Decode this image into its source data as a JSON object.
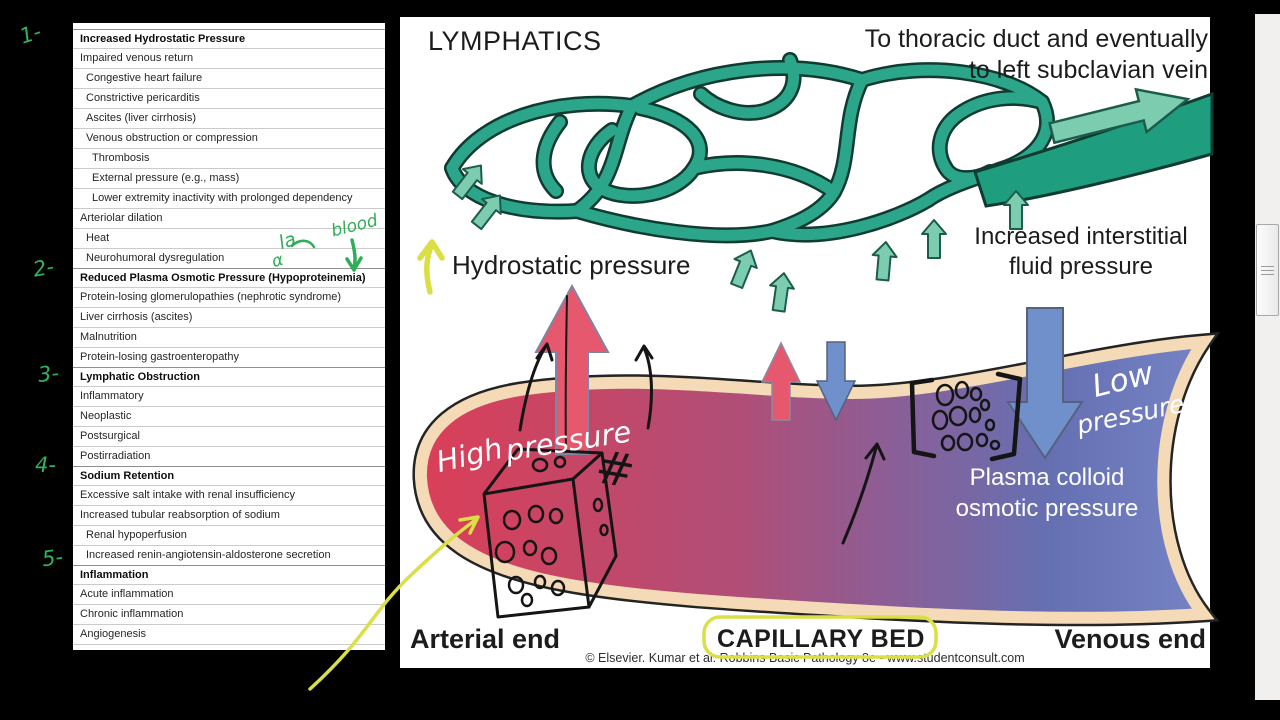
{
  "annotations": {
    "step_numbers": [
      "1-",
      "2-",
      "3-",
      "4-",
      "5-"
    ],
    "side_note_la": "la",
    "side_note_alpha": "α",
    "side_note_blood": "blood"
  },
  "table": {
    "rows": [
      {
        "text": "Increased Hydrostatic Pressure",
        "bold": true,
        "indent": 0
      },
      {
        "text": "Impaired venous return",
        "indent": 0
      },
      {
        "text": "Congestive heart failure",
        "indent": 1
      },
      {
        "text": "Constrictive pericarditis",
        "indent": 1
      },
      {
        "text": "Ascites (liver cirrhosis)",
        "indent": 1
      },
      {
        "text": "Venous obstruction or compression",
        "indent": 1
      },
      {
        "text": "Thrombosis",
        "indent": 2
      },
      {
        "text": "External pressure (e.g., mass)",
        "indent": 2
      },
      {
        "text": "Lower extremity inactivity with prolonged dependency",
        "indent": 2
      },
      {
        "text": "Arteriolar dilation",
        "indent": 0
      },
      {
        "text": "Heat",
        "indent": 1
      },
      {
        "text": "Neurohumoral dysregulation",
        "indent": 1
      },
      {
        "text": "Reduced Plasma Osmotic Pressure (Hypoproteinemia)",
        "bold": true,
        "indent": 0
      },
      {
        "text": "Protein-losing glomerulopathies (nephrotic syndrome)",
        "indent": 0
      },
      {
        "text": "Liver cirrhosis (ascites)",
        "indent": 0
      },
      {
        "text": "Malnutrition",
        "indent": 0
      },
      {
        "text": "Protein-losing gastroenteropathy",
        "indent": 0
      },
      {
        "text": "Lymphatic Obstruction",
        "bold": true,
        "indent": 0
      },
      {
        "text": "Inflammatory",
        "indent": 0
      },
      {
        "text": "Neoplastic",
        "indent": 0
      },
      {
        "text": "Postsurgical",
        "indent": 0
      },
      {
        "text": "Postirradiation",
        "indent": 0
      },
      {
        "text": "Sodium Retention",
        "bold": true,
        "indent": 0
      },
      {
        "text": "Excessive salt intake with renal insufficiency",
        "indent": 0
      },
      {
        "text": "Increased tubular reabsorption of sodium",
        "indent": 0
      },
      {
        "text": "Renal hypoperfusion",
        "indent": 1
      },
      {
        "text": "Increased renin-angiotensin-aldosterone secretion",
        "indent": 1
      },
      {
        "text": "Inflammation",
        "bold": true,
        "indent": 0
      },
      {
        "text": "Acute inflammation",
        "indent": 0
      },
      {
        "text": "Chronic inflammation",
        "indent": 0
      },
      {
        "text": "Angiogenesis",
        "indent": 0
      }
    ]
  },
  "diagram": {
    "title": "LYMPHATICS",
    "thoracic_line1": "To thoracic duct and eventually",
    "thoracic_line2": "to left subclavian vein",
    "hydrostatic_label": "Hydrostatic pressure",
    "interstitial_line1": "Increased interstitial",
    "interstitial_line2": "fluid pressure",
    "plasma_line1": "Plasma colloid",
    "plasma_line2": "osmotic pressure",
    "arterial_label": "Arterial end",
    "capillary_label": "CAPILLARY BED",
    "venous_label": "Venous end",
    "credit": "© Elsevier. Kumar et al: Robbins Basic Pathology 8e - www.studentconsult.com",
    "handwritten": {
      "high_pressure_1": "High",
      "high_pressure_2": "pressure",
      "low_pressure_1": "Low",
      "low_pressure_2": "pressure",
      "hash_mark": "#"
    }
  },
  "colors": {
    "lymph_teal": "#2ca68b",
    "lymph_outline": "#0f3b31",
    "lymph_arrow_light": "#7ccdb0",
    "capillary_red": "#d93f58",
    "capillary_blue": "#6d7cc0",
    "wall_beige": "#f4dab6",
    "arrow_red": "#e6586d",
    "arrow_blue": "#7090cb",
    "pen_yellow": "#dadf45",
    "pen_green": "#2fae57",
    "pen_black": "#151515"
  }
}
